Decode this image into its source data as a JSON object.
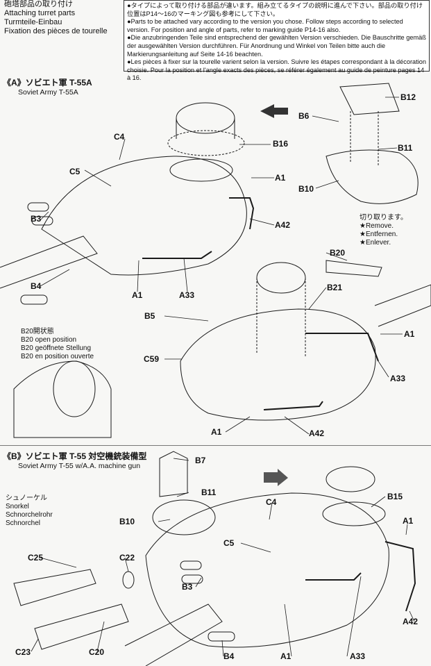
{
  "header": {
    "lines": [
      "砲塔部品の取り付け",
      "Attaching turret parts",
      "Turmteile-Einbau",
      "Fixation des pièces de tourelle"
    ]
  },
  "notice": {
    "ja": "●タイプによって取り付ける部品が違います。組み立てるタイプの説明に進んで下さい。部品の取り付け位置はP14～16のマーキング図も参考にして下さい。",
    "en": "●Parts to be attached vary according to the version you chose. Follow steps according to selected version. For position and angle of parts, refer to marking guide P14-16 also.",
    "de": "●Die anzubringenden Teile sind entsprechend der gewählten Version verschieden. Die Bauschritte gemäß der ausgewählten Version durchführen. Für Anordnung und Winkel von Teilen bitte auch die Markierungsanleitung auf Seite 14-16 beachten.",
    "fr": "●Les pièces à fixer sur la tourelle varient selon la version. Suivre les étapes correspondant à la décoration choisie. Pour la position et l'angle exacts des pièces, se référer également au guide de peinture pages 14 à 16."
  },
  "section_a": {
    "title": "《A》ソビエト軍 T-55A",
    "subtitle": "Soviet Army T-55A"
  },
  "section_b": {
    "title": "《B》ソビエト軍 T-55 対空機銃装備型",
    "subtitle": "Soviet Army T-55 w/A.A. machine gun"
  },
  "remove_note": [
    "切り取ります。",
    "★Remove.",
    "★Entfernen.",
    "★Enlever."
  ],
  "b20_note": [
    "B20開状態",
    "B20 open position",
    "B20 geöffnete Stellung",
    "B20 en position ouverte"
  ],
  "snorkel_note": [
    "シュノーケル",
    "Snorkel",
    "Schnorchelrohr",
    "Schnorchel"
  ],
  "labels": {
    "C4a": "C4",
    "C5a": "C5",
    "B3a": "B3",
    "B4a": "B4",
    "A1a": "A1",
    "A1b": "A1",
    "A33a": "A33",
    "B16": "B16",
    "A42a": "A42",
    "B12": "B12",
    "B6": "B6",
    "B11a": "B11",
    "B10a": "B10",
    "B20": "B20",
    "B21": "B21",
    "B5": "B5",
    "A1c": "A1",
    "C59": "C59",
    "A33b": "A33",
    "A1d": "A1",
    "A42b": "A42",
    "B7": "B7",
    "B11b": "B11",
    "B10b": "B10",
    "C4b": "C4",
    "B15": "B15",
    "A1e": "A1",
    "C5b": "C5",
    "C25": "C25",
    "C22": "C22",
    "B3b": "B3",
    "B4b": "B4",
    "A1f": "A1",
    "A33c": "A33",
    "A42c": "A42",
    "C23": "C23",
    "C20": "C20"
  }
}
